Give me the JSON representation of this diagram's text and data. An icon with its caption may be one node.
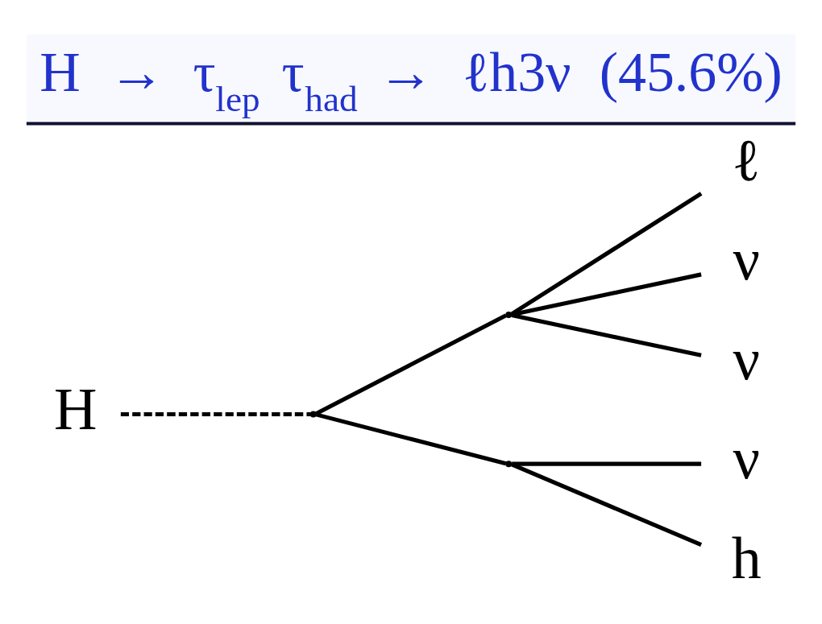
{
  "diagram": {
    "title": "H → τ$_{lep}$ τ$_{had}$ → ℓh3ν (45.6%)",
    "nodes": [
      {
        "text": [
          "H"
        ]
      },
      {
        "text": [],
        "shape": "point"
      },
      {
        "text": [],
        "shape": "point"
      },
      {
        "text": [],
        "shape": "point"
      },
      {
        "text": [
          "ℓ"
        ]
      },
      {
        "text": [
          "ν"
        ]
      },
      {
        "text": [
          "ν"
        ]
      },
      {
        "text": [
          "ν"
        ]
      },
      {
        "text": [
          "h"
        ]
      }
    ],
    "edges": [
      {
        "from": 0,
        "to": 1,
        "arrow": "none",
        "style": "dashed"
      },
      {
        "from": 1,
        "to": 2,
        "arrow": "none"
      },
      {
        "from": 1,
        "to": 3,
        "arrow": "none"
      },
      {
        "from": 2,
        "to": 4,
        "arrow": "none"
      },
      {
        "from": 2,
        "to": 5,
        "arrow": "none"
      },
      {
        "from": 2,
        "to": 6,
        "arrow": "none"
      },
      {
        "from": 3,
        "to": 7,
        "arrow": "none"
      },
      {
        "from": 3,
        "to": 8,
        "arrow": "none"
      }
    ]
  }
}
